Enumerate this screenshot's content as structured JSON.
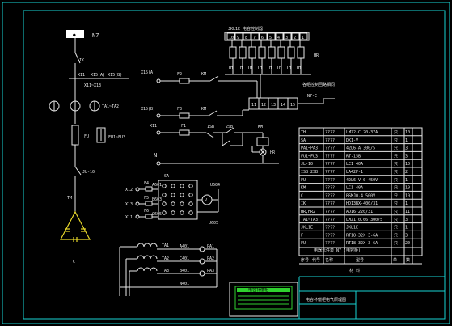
{
  "labels": {
    "n7": "N7",
    "ik": "IK",
    "x11_top": "X11",
    "x15a_x15b": "X15(A) X15(B)",
    "x11_x13": "X11~X13",
    "ta1_ta2": "TA1~TA2",
    "fu": "FU",
    "fu1_fu3": "FU1~FU3",
    "jl10": "JL-10",
    "tm": "TM",
    "c": "C",
    "x15a": "X15(A)",
    "f2": "F2",
    "km_top": "KM",
    "x15b": "X15(B)",
    "f3": "F3",
    "km_mid": "KM",
    "x11_mid": "X11",
    "f1": "F1",
    "sb1": "1SB",
    "sb2": "2SB",
    "km_coil": "KM",
    "hr": "HR",
    "n_bus": "N",
    "jkl_title": "JKL1E 电容控制器",
    "jkl_terms": [
      "10",
      "9",
      "8",
      "7",
      "6",
      "5",
      "4",
      "3",
      "2",
      "1"
    ],
    "hr_label": "HR",
    "th_labels": [
      "TH",
      "TH",
      "TH",
      "TH",
      "TH",
      "TH",
      "TH",
      "TH"
    ],
    "term_row": [
      "11",
      "12",
      "13",
      "14",
      "15"
    ],
    "n7c": "N7-C",
    "sw_note": "各组控制回路相同",
    "sa": "SA",
    "x12": "X12",
    "x13": "X13",
    "x11_low": "X11",
    "f4": "F4",
    "f5": "F5",
    "f6": "F6",
    "a601": "A601",
    "b603": "B603",
    "c605": "C605",
    "u604": "U604",
    "u605": "U605",
    "ta1": "TA1",
    "ta2": "TA2",
    "ta3": "TA3",
    "a401": "A401",
    "c401": "C401",
    "b401": "B401",
    "n401": "N401",
    "pa1": "PA1",
    "pa2": "PA2",
    "pa3": "PA3",
    "ref_ref": "电容补偿柜",
    "footer_box": "电容补偿柜",
    "drawing_name": "电容补偿柜电气原理图"
  },
  "bom": {
    "rows": [
      [
        "TH",
        "????",
        "LMZ2-C 20-37A",
        "只",
        "10"
      ],
      [
        "SA",
        "????",
        "DK1-V",
        "只",
        "1"
      ],
      [
        "PA1~PA3",
        "????",
        "42L6-A 300/5",
        "只",
        "3"
      ],
      [
        "FU1~FU3",
        "????",
        "RT-15B",
        "只",
        "3"
      ],
      [
        "JL-10",
        "????",
        "LC1 40A",
        "只",
        "10"
      ],
      [
        "ISB 2SB",
        "????",
        "LA42P-1",
        "只",
        "2"
      ],
      [
        "FU",
        "????",
        "42L6-V 0-450V",
        "只",
        "1"
      ],
      [
        "KM",
        "????",
        "LC1 40A",
        "只",
        "10"
      ],
      [
        "C",
        "????",
        "BSMJ0.4 500V",
        "只",
        "10"
      ],
      [
        "IK",
        "????",
        "HD13BX-400/31",
        "只",
        "1"
      ],
      [
        "HR,HR2",
        "????",
        "AD16-220/31",
        "只",
        "11"
      ],
      [
        "TA1~TA3",
        "????",
        "LMZ1 0.66 300/5",
        "只",
        "3"
      ],
      [
        "JKL1E",
        "????",
        "JKL1E",
        "只",
        "1"
      ],
      [
        "F",
        "????",
        "RT18-32X 3-6A",
        "只",
        "3"
      ],
      [
        "FU",
        "????",
        "RT18-32X 3-6A",
        "只",
        "20"
      ]
    ],
    "header": [
      "序号",
      "代号",
      "名称",
      "型号",
      "单",
      "数"
    ],
    "caption": "电器元件表 N7 (电容柜)",
    "caption2": "材   料"
  }
}
